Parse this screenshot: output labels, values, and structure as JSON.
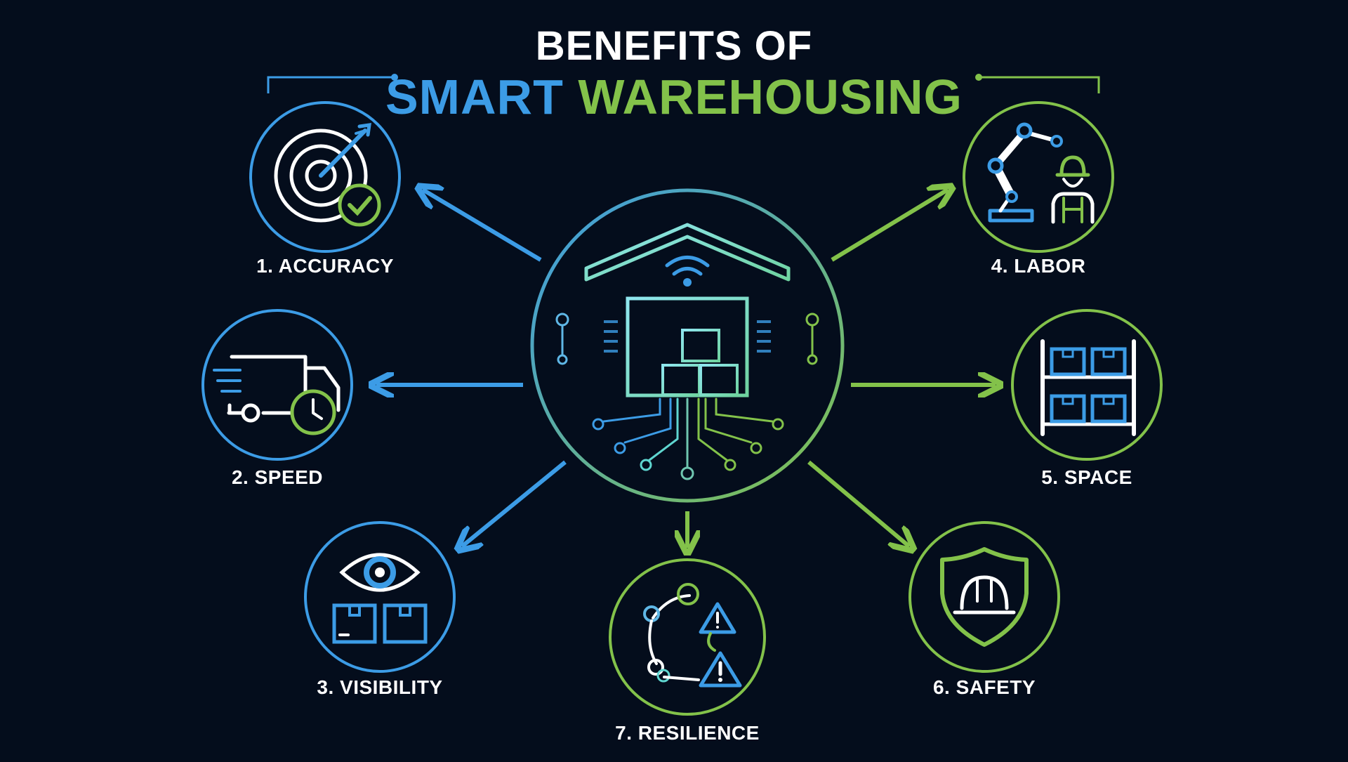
{
  "title": {
    "line1": "BENEFITS OF",
    "line2_part1": "SMART",
    "line2_part2": "WAREHOUSING"
  },
  "colors": {
    "background": "#040d1c",
    "blue": "#3c9ce6",
    "green": "#83c24a",
    "teal": "#5fd6d0",
    "white": "#ffffff"
  },
  "center": {
    "icon": "smart-warehouse-icon"
  },
  "benefits": [
    {
      "label": "1. ACCURACY",
      "icon": "target-check-icon",
      "color": "blue"
    },
    {
      "label": "2. SPEED",
      "icon": "delivery-truck-clock-icon",
      "color": "blue"
    },
    {
      "label": "3. VISIBILITY",
      "icon": "eye-boxes-icon",
      "color": "blue"
    },
    {
      "label": "4. LABOR",
      "icon": "robot-arm-worker-icon",
      "color": "green"
    },
    {
      "label": "5. SPACE",
      "icon": "storage-rack-icon",
      "color": "green"
    },
    {
      "label": "6. SAFETY",
      "icon": "shield-hardhat-icon",
      "color": "green"
    },
    {
      "label": "7. RESILIENCE",
      "icon": "cycle-warning-icon",
      "color": "green"
    }
  ]
}
